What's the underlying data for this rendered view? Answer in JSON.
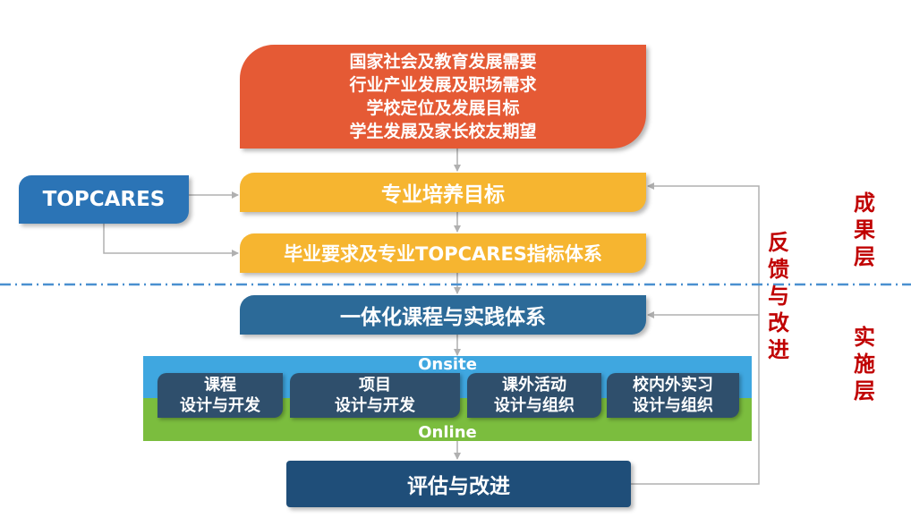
{
  "needs": {
    "lines": [
      "国家社会及教育发展需要",
      "行业产业发展及职场需求",
      "学校定位及发展目标",
      "学生发展及家长校友期望"
    ]
  },
  "goal": {
    "label": "专业培养目标"
  },
  "topcares": {
    "label": "TOPCARES"
  },
  "requirements": {
    "label": "毕业要求及专业TOPCARES指标体系"
  },
  "curriculum": {
    "label": "一体化课程与实践体系"
  },
  "bands": {
    "top": "Onsite",
    "bottom": "Online"
  },
  "activities": [
    {
      "line1": "课程",
      "line2": "设计与开发"
    },
    {
      "line1": "项目",
      "line2": "设计与开发"
    },
    {
      "line1": "课外活动",
      "line2": "设计与组织"
    },
    {
      "line1": "校内外实习",
      "line2": "设计与组织"
    }
  ],
  "evaluation": {
    "label": "评估与改进"
  },
  "layers": {
    "outcome": "成果层",
    "implementation": "实施层"
  },
  "feedback": {
    "label": "反馈与改进"
  },
  "colors": {
    "needs": "#e55a35",
    "goal": "#f6b530",
    "topcares": "#2b74b6",
    "curriculum": "#2c6a98",
    "onsite_band": "#3fa7e0",
    "online_band": "#7bbd3e",
    "activity": "#2f4f6c",
    "evaluation": "#1f4e79",
    "layer_text": "#c00000",
    "divider": "#4a90d0"
  }
}
